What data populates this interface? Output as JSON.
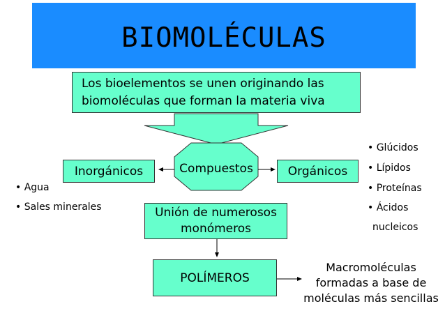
{
  "title": "BIOMOLÉCULAS",
  "intro": {
    "line1": "Los bioelementos se unen originando las",
    "line2": "biomoléculas que forman la materia viva"
  },
  "compuestos": "Compuestos",
  "inorganicos": {
    "label": "Inorgánicos",
    "items": [
      "• Agua",
      "• Sales minerales"
    ]
  },
  "organicos": {
    "label": "Orgánicos",
    "items": [
      "• Glúcidos",
      "• Lípidos",
      "• Proteínas",
      "• Ácidos",
      "nucleicos"
    ]
  },
  "union": {
    "line1": "Unión de numerosos",
    "line2": "monómeros"
  },
  "polimeros": "POLÍMEROS",
  "macromoleculas": {
    "line1": "Macromoléculas",
    "line2": "formadas a base de",
    "line3": "moléculas más sencillas"
  },
  "colors": {
    "title_bar": "#1a8cff",
    "box_fill": "#66ffcc",
    "border": "#333333"
  }
}
